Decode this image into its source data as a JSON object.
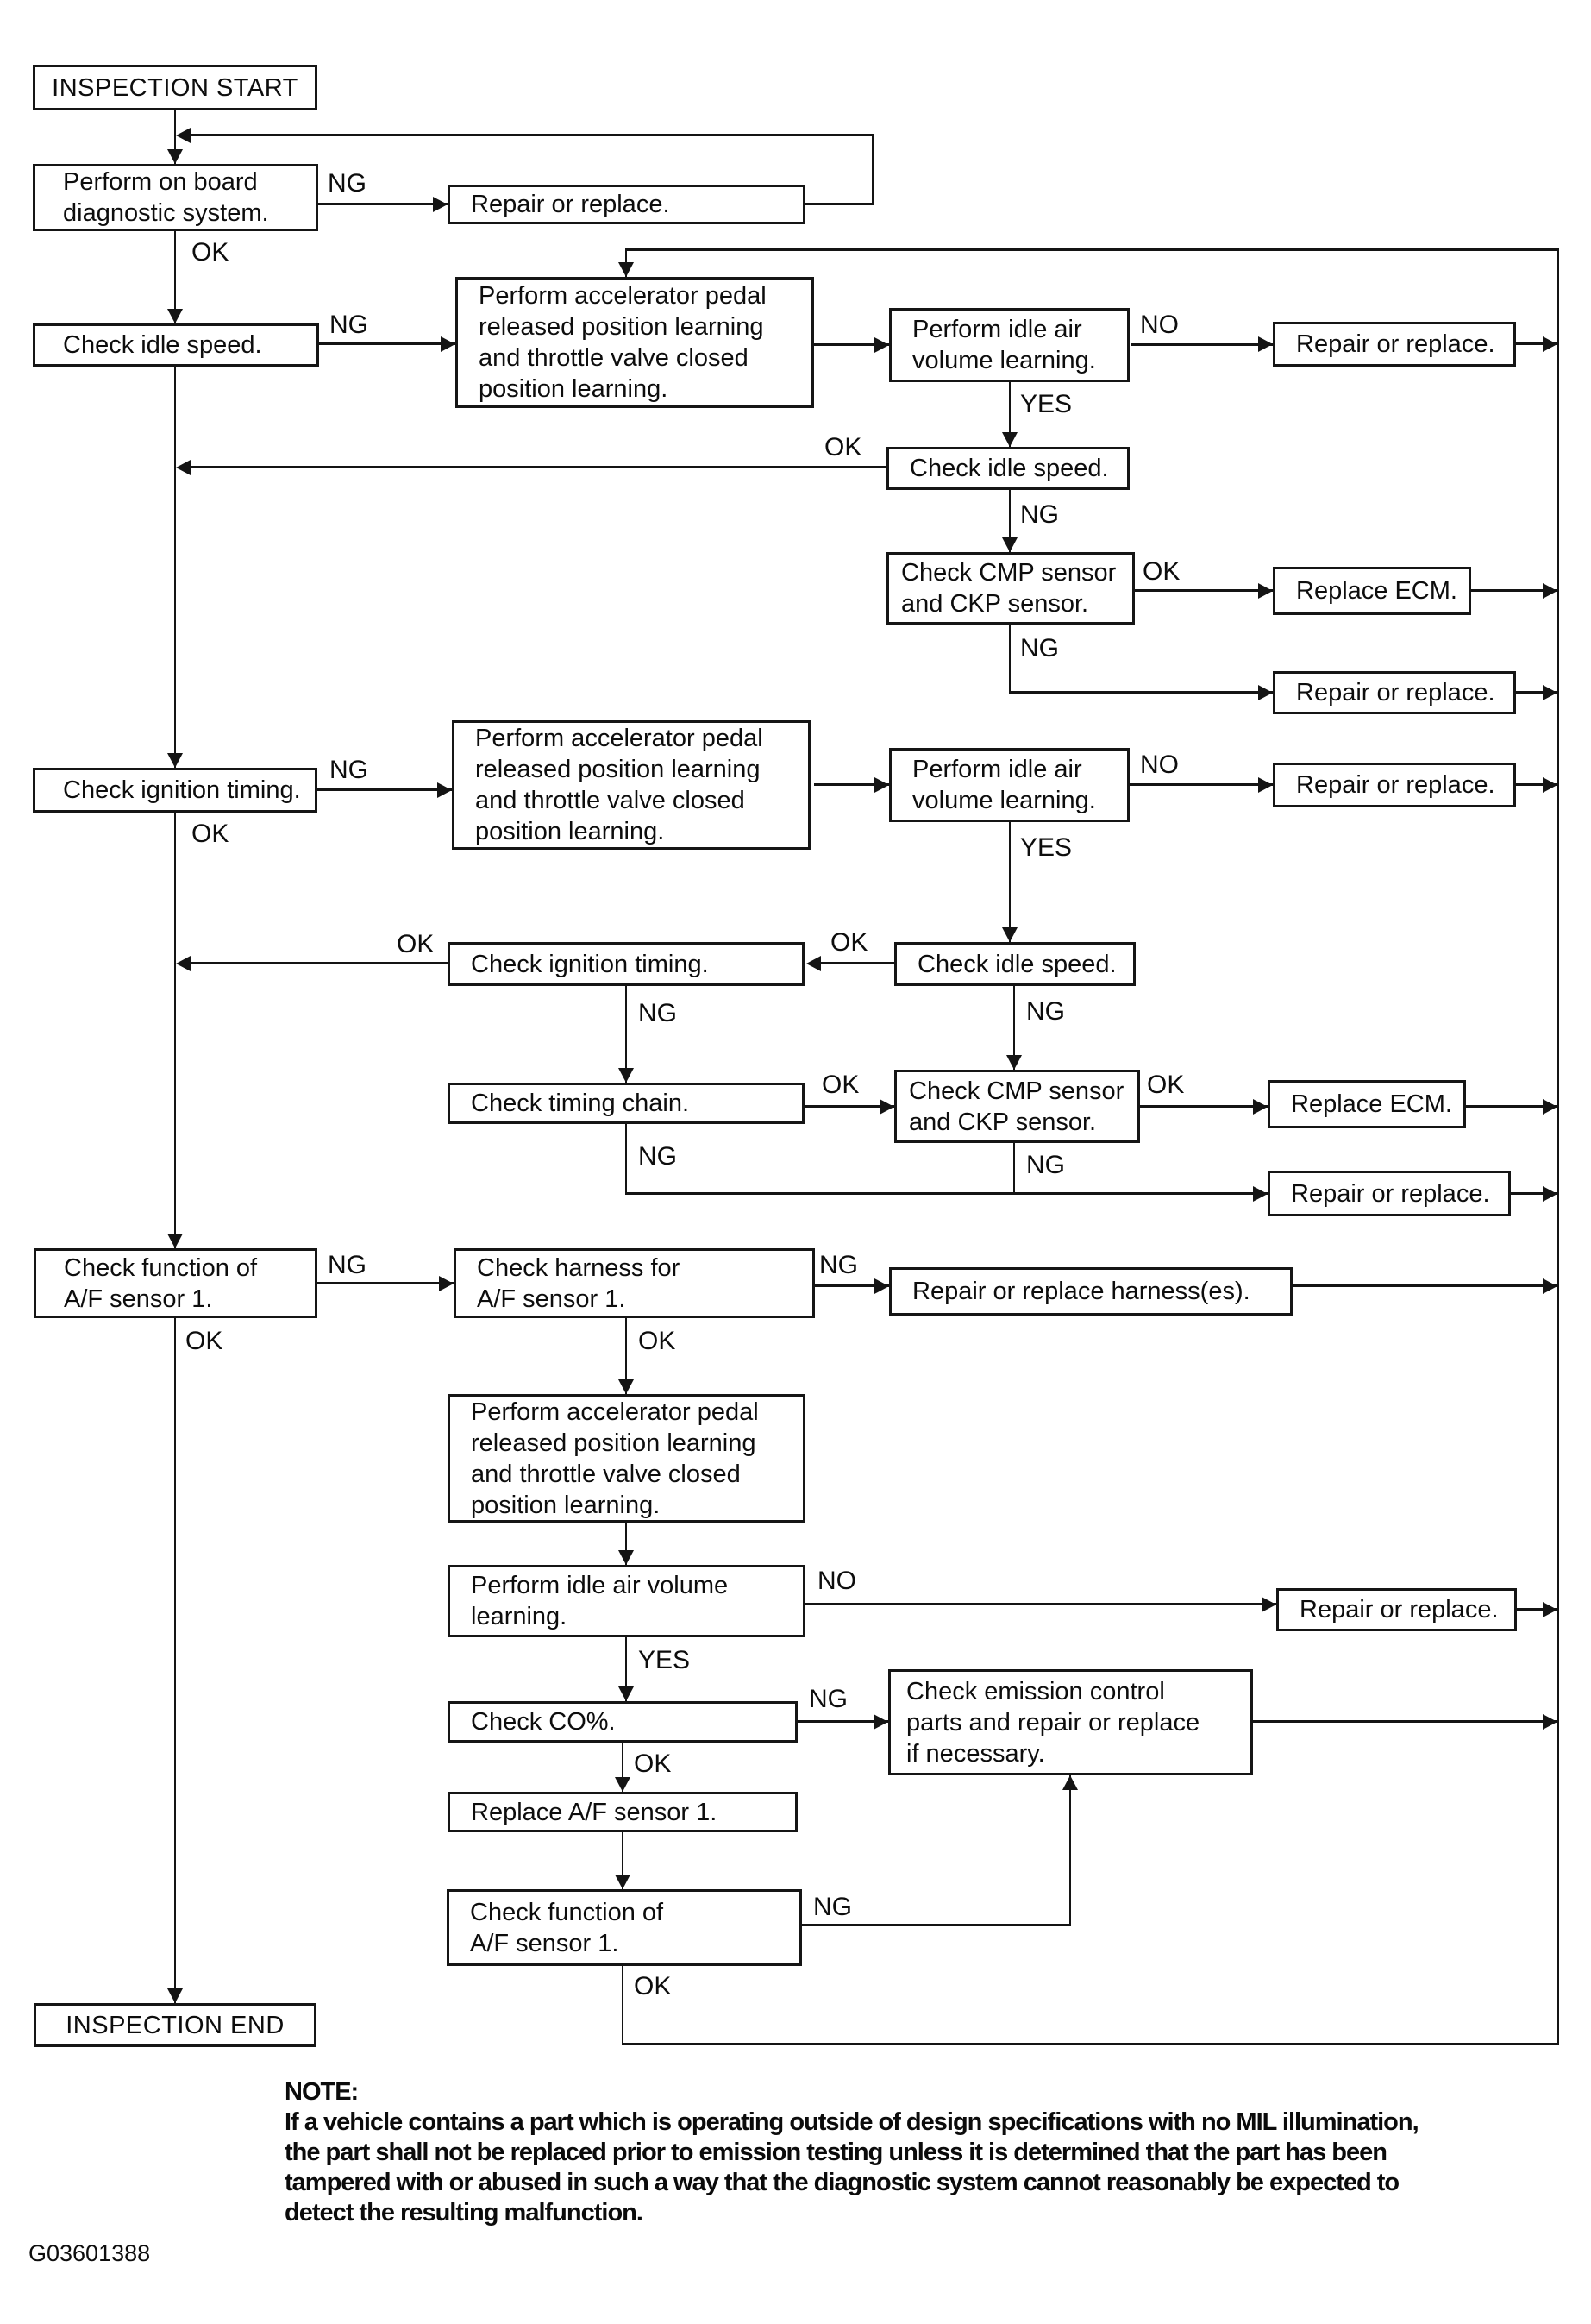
{
  "figure_id": "G03601388",
  "nodes": {
    "inspection_start": "INSPECTION START",
    "perform_obd": "Perform on board\ndiagnostic system.",
    "repair_or_replace": "Repair or replace.",
    "check_idle_speed": "Check idle speed.",
    "accel_learning": "Perform accelerator pedal\nreleased position learning\nand throttle valve closed\nposition learning.",
    "idle_air_narrow": "Perform idle air\nvolume learning.",
    "idle_air_wide": "Perform idle air volume\nlearning.",
    "check_cmp_ckp": "Check CMP sensor\nand CKP sensor.",
    "replace_ecm": "Replace ECM.",
    "check_ignition_timing": "Check ignition timing.",
    "check_timing_chain": "Check timing chain.",
    "check_af_function": "Check function of\nA/F sensor 1.",
    "check_af_harness": "Check harness for\nA/F sensor 1.",
    "repair_harness": "Repair or replace harness(es).",
    "check_co": "Check CO%.",
    "check_emission": "Check emission control\nparts and repair or replace\nif necessary.",
    "replace_af_sensor": "Replace A/F sensor 1.",
    "inspection_end": "INSPECTION END"
  },
  "decisions": {
    "ok": "OK",
    "ng": "NG",
    "yes": "YES",
    "no": "NO"
  },
  "note": {
    "heading": "NOTE:",
    "lines": [
      "If a vehicle contains a part which is operating outside of design specifications with no MIL illumination,",
      "the part shall not be replaced prior to emission testing unless it is determined that the part has been",
      "tampered with or abused in such a way that the diagnostic system cannot reasonably be expected to",
      "detect the resulting malfunction."
    ]
  }
}
